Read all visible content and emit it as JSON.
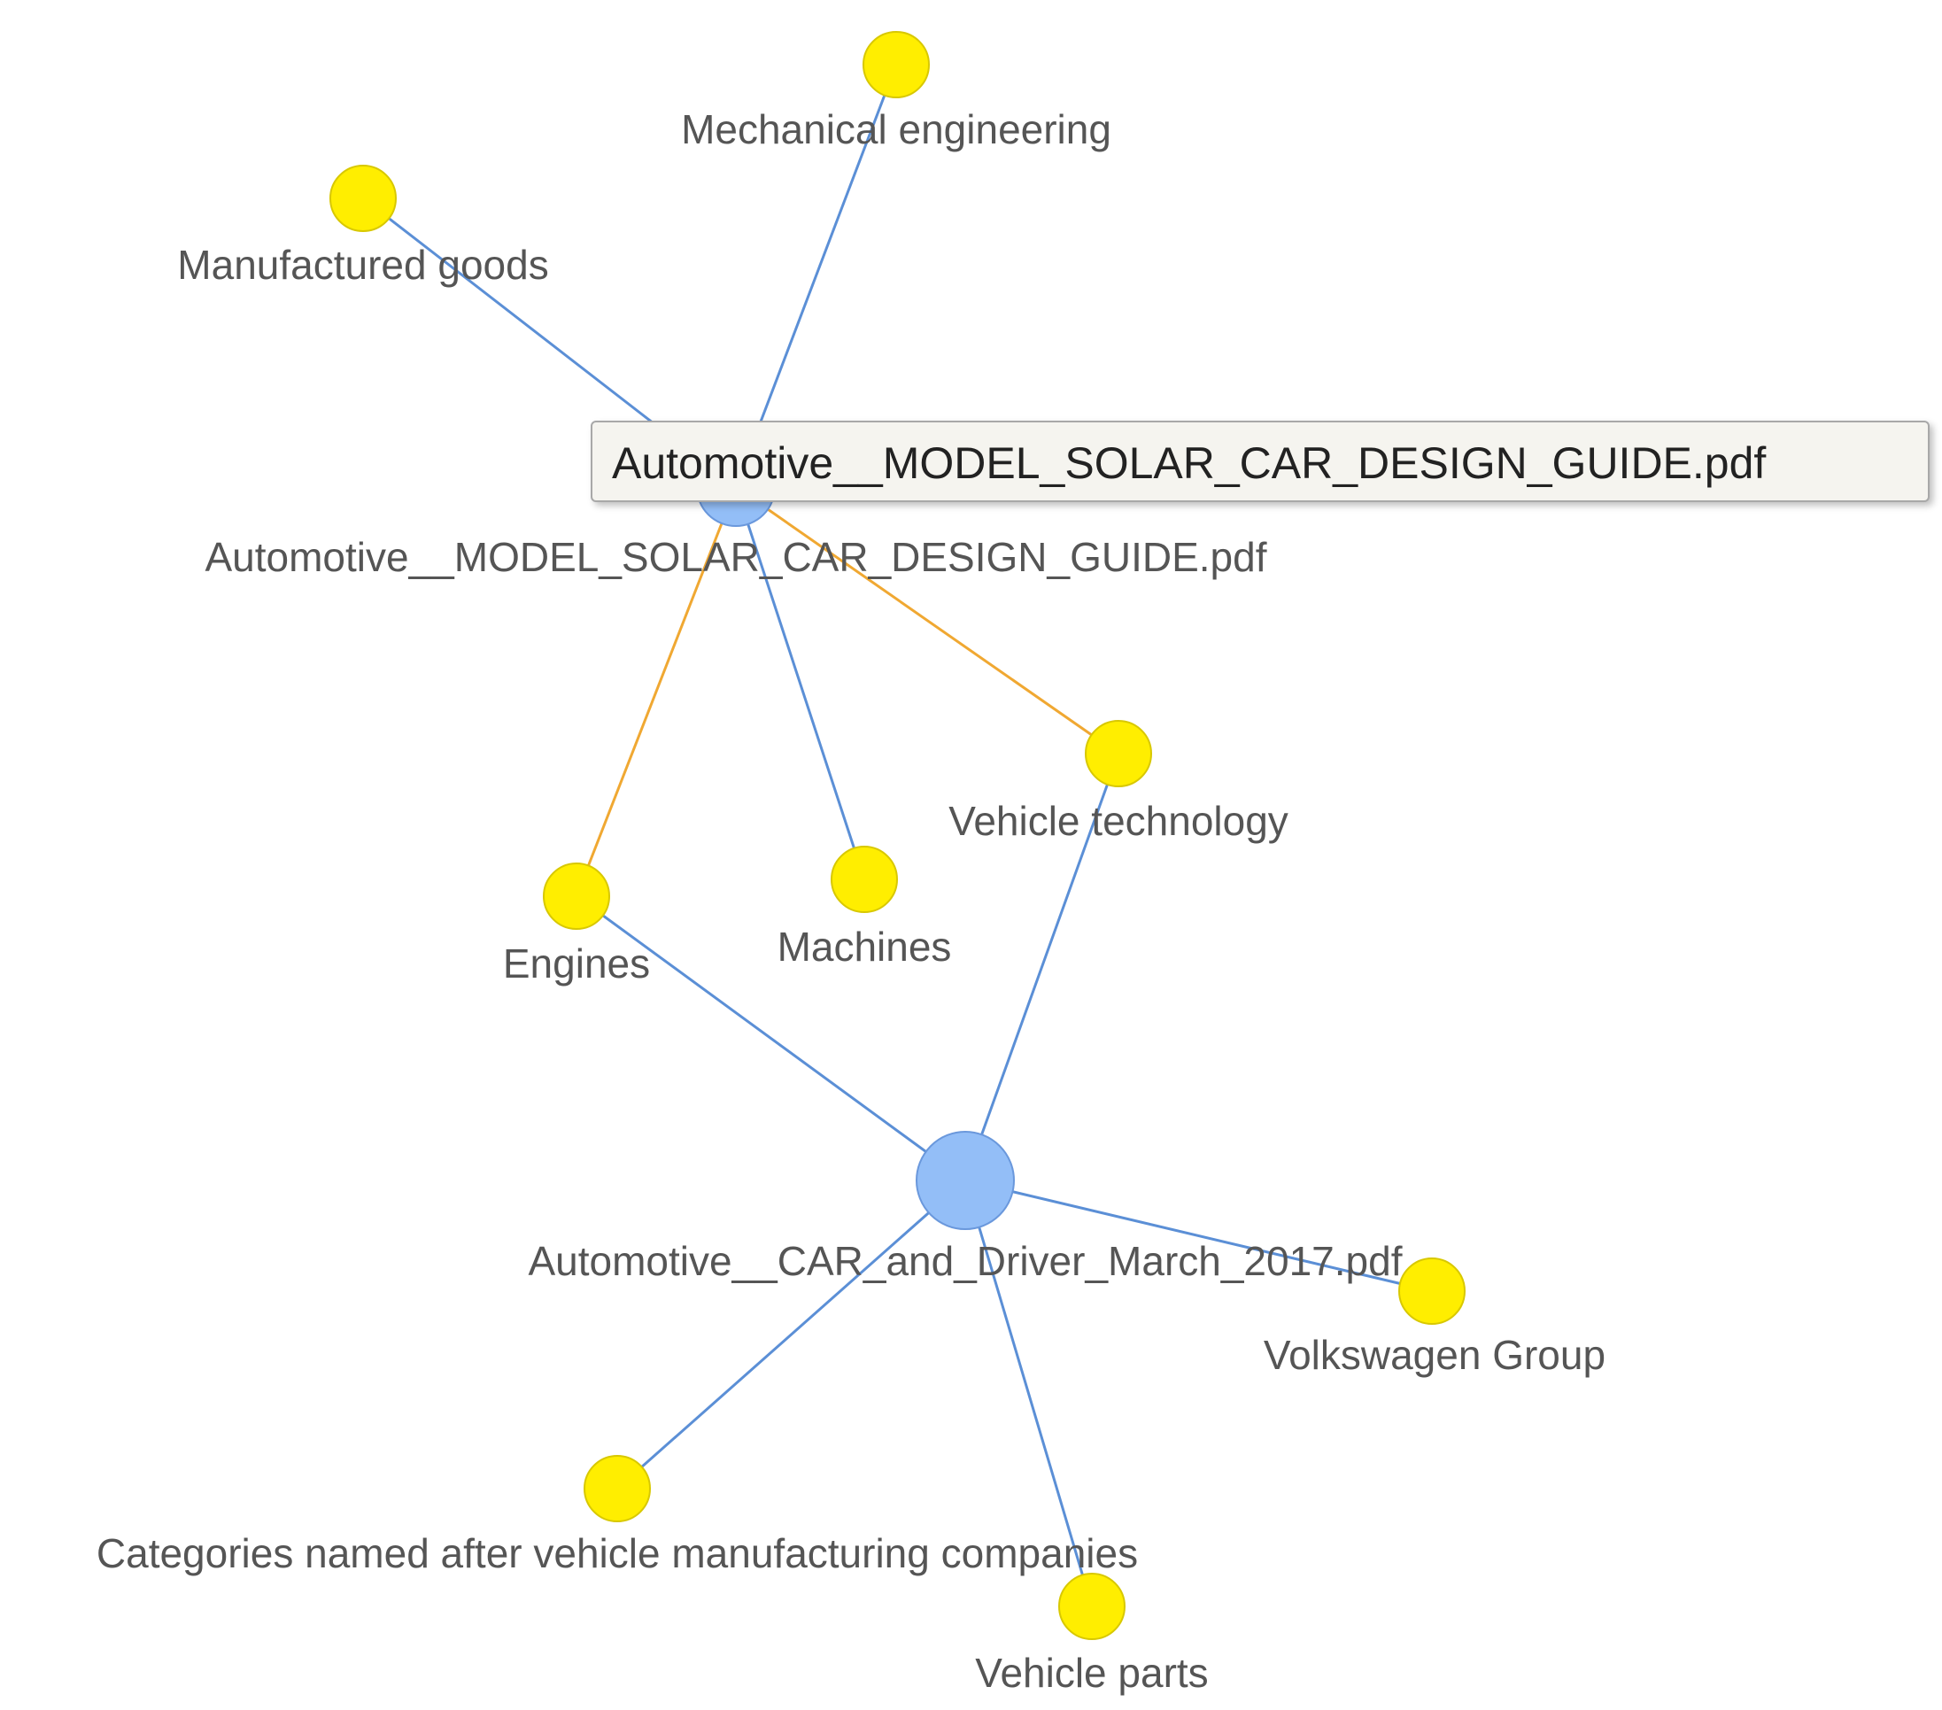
{
  "colors": {
    "document_node": "#93bef7",
    "document_node_stroke": "#6a98dc",
    "category_node": "#ffee00",
    "category_node_stroke": "#d8c800",
    "edge_default": "#5b8fd6",
    "edge_highlight": "#f0a832",
    "label_text": "#555555"
  },
  "nodes": [
    {
      "id": "doc1",
      "type": "document",
      "label": "Automotive__MODEL_SOLAR_CAR_DESIGN_GUIDE.pdf"
    },
    {
      "id": "doc2",
      "type": "document",
      "label": "Automotive__CAR_and_Driver_March_2017.pdf"
    },
    {
      "id": "mech",
      "type": "category",
      "label": "Mechanical engineering"
    },
    {
      "id": "manuf",
      "type": "category",
      "label": "Manufactured goods"
    },
    {
      "id": "vtech",
      "type": "category",
      "label": "Vehicle technology"
    },
    {
      "id": "engines",
      "type": "category",
      "label": "Engines"
    },
    {
      "id": "machines",
      "type": "category",
      "label": "Machines"
    },
    {
      "id": "vw",
      "type": "category",
      "label": "Volkswagen Group"
    },
    {
      "id": "catnamed",
      "type": "category",
      "label": "Categories named after vehicle manufacturing companies"
    },
    {
      "id": "vparts",
      "type": "category",
      "label": "Vehicle parts"
    }
  ],
  "edges": [
    {
      "from": "doc1",
      "to": "mech",
      "highlighted": false
    },
    {
      "from": "doc1",
      "to": "manuf",
      "highlighted": false
    },
    {
      "from": "doc1",
      "to": "engines",
      "highlighted": true
    },
    {
      "from": "doc1",
      "to": "machines",
      "highlighted": false
    },
    {
      "from": "doc1",
      "to": "vtech",
      "highlighted": true
    },
    {
      "from": "doc2",
      "to": "engines",
      "highlighted": false
    },
    {
      "from": "doc2",
      "to": "vtech",
      "highlighted": false
    },
    {
      "from": "doc2",
      "to": "vw",
      "highlighted": false
    },
    {
      "from": "doc2",
      "to": "catnamed",
      "highlighted": false
    },
    {
      "from": "doc2",
      "to": "vparts",
      "highlighted": false
    }
  ],
  "tooltip": {
    "text": "Automotive__MODEL_SOLAR_CAR_DESIGN_GUIDE.pdf"
  }
}
